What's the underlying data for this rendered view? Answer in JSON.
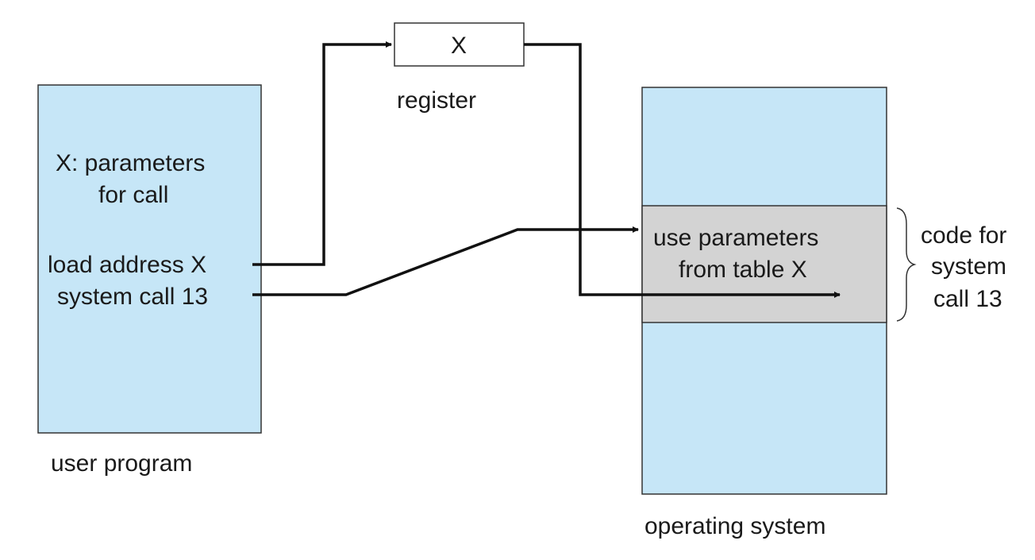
{
  "register": {
    "value": "X",
    "label": "register"
  },
  "user_program": {
    "label": "user program",
    "param_line1": "X: parameters",
    "param_line2": "for call",
    "load_instruction": "load address X",
    "syscall_instruction": "system call 13"
  },
  "operating_system": {
    "label": "operating system",
    "code_line1": "use parameters",
    "code_line2": "from table X"
  },
  "brace_annotation": {
    "line1": "code for",
    "line2": "system",
    "line3": "call 13"
  },
  "colors": {
    "memory_fill": "#c6e6f7",
    "code_fill": "#d3d3d3",
    "register_fill": "#ffffff",
    "line": "#111111"
  }
}
